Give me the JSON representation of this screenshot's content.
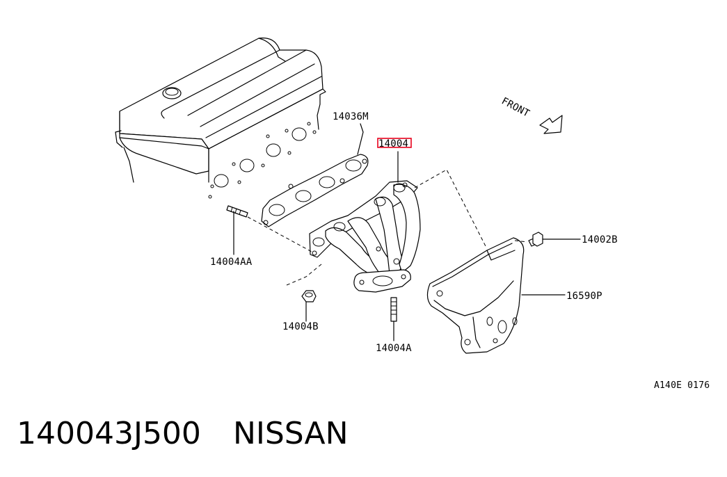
{
  "diagram": {
    "labels": {
      "gasket": "14036M",
      "manifold": "14004",
      "stud_aa": "14004AA",
      "nut_b": "14004B",
      "stud_a": "14004A",
      "bolt_b": "14002B",
      "heat_shield": "16590P",
      "front": "FRONT",
      "ref_code": "A140E 0176"
    },
    "highlight_color": "#e8001c"
  },
  "footer": {
    "part_number": "140043J500",
    "brand": "NISSAN"
  }
}
